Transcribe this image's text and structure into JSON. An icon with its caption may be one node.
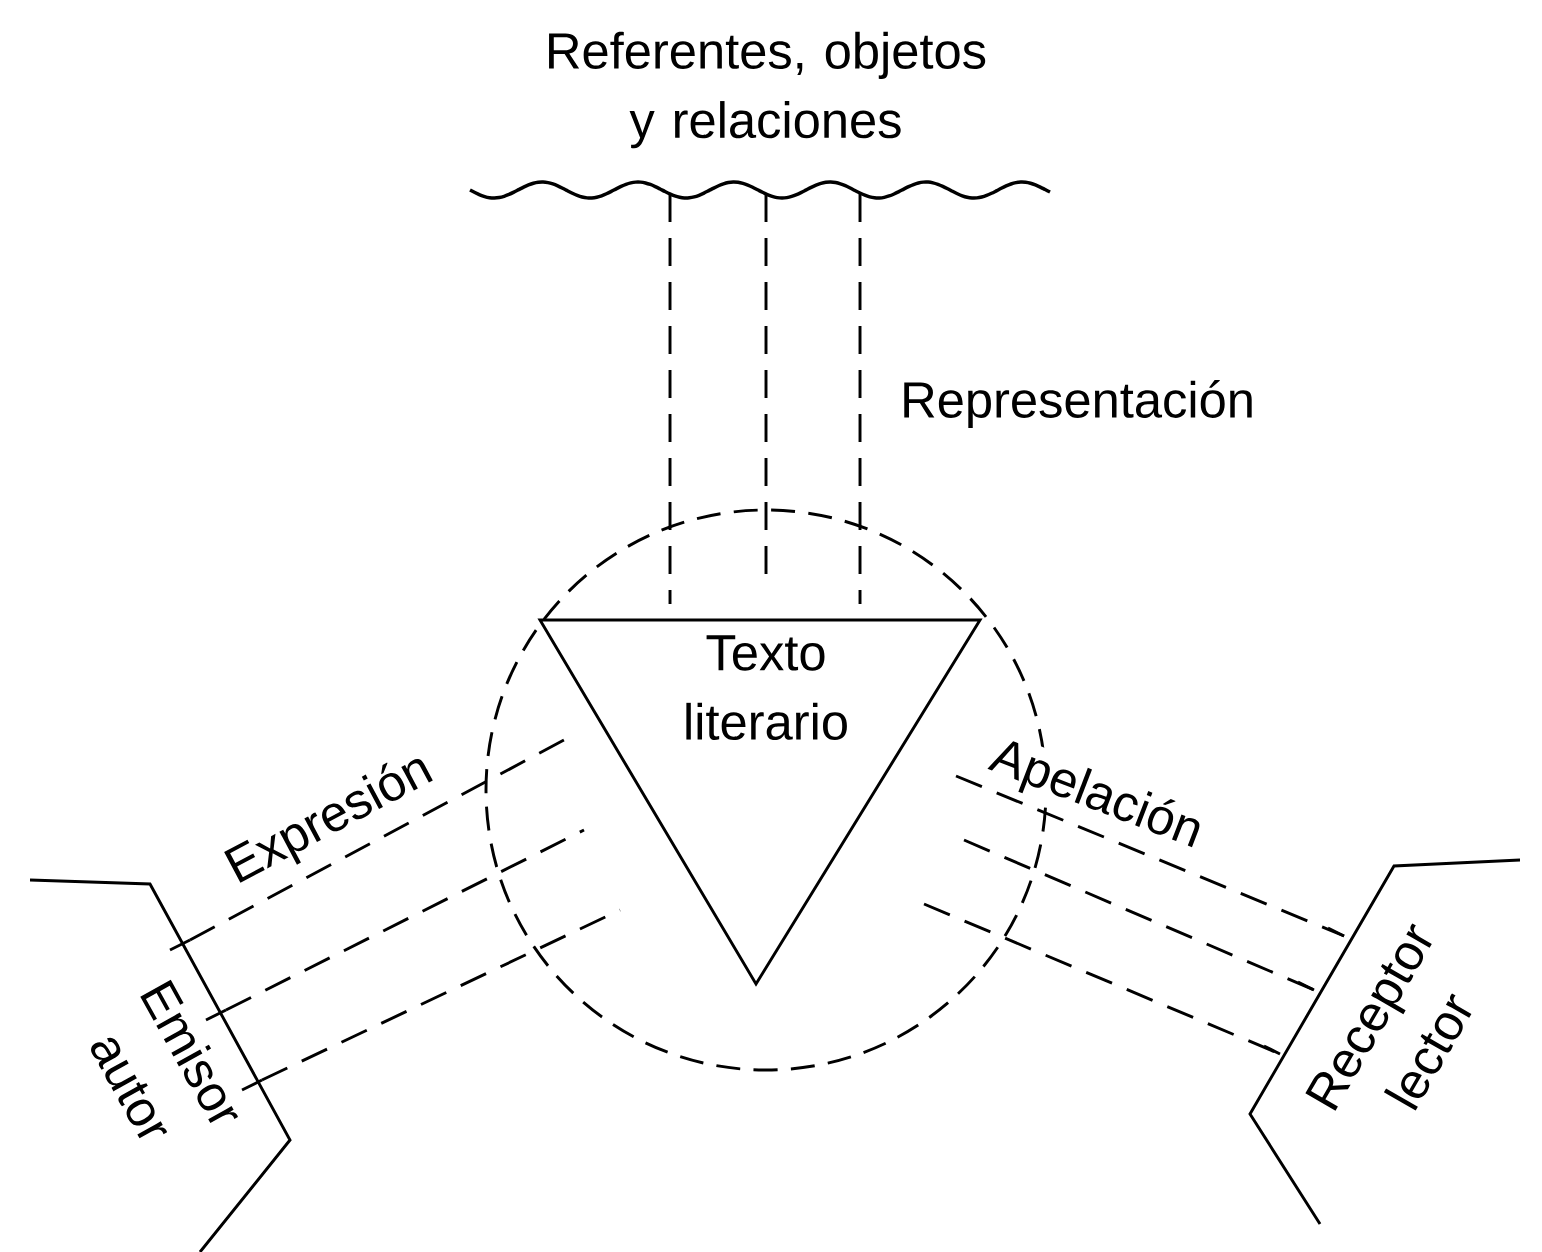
{
  "diagram": {
    "nodes": [
      {
        "text": [
          "Referentes, objetos y relaciones"
        ]
      },
      {
        "text": [
          "Texto literario"
        ]
      },
      {
        "text": [
          "Emisor autor"
        ]
      },
      {
        "text": [
          "Receptor lector"
        ]
      }
    ],
    "edges": [
      {
        "from": 0,
        "to": 1,
        "arrow": "none",
        "style": "dashed"
      },
      {
        "from": 0,
        "to": 1,
        "arrow": "none",
        "style": "dashed"
      },
      {
        "from": 0,
        "to": 1,
        "arrow": "none",
        "style": "dashed",
        "label": "Representación"
      },
      {
        "from": 2,
        "to": 1,
        "arrow": "none",
        "style": "dashed",
        "label": "Expresión"
      },
      {
        "from": 2,
        "to": 1,
        "arrow": "none",
        "style": "dashed"
      },
      {
        "from": 2,
        "to": 1,
        "arrow": "none",
        "style": "dashed"
      },
      {
        "from": 1,
        "to": 3,
        "arrow": "none",
        "style": "dashed",
        "label": "Apelación"
      },
      {
        "from": 1,
        "to": 3,
        "arrow": "none",
        "style": "dashed"
      },
      {
        "from": 1,
        "to": 3,
        "arrow": "none",
        "style": "dashed"
      }
    ]
  }
}
